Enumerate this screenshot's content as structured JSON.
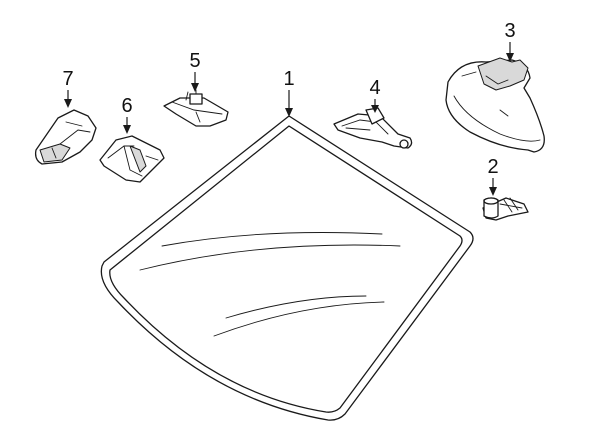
{
  "callouts": {
    "c1": "1",
    "c2": "2",
    "c3": "3",
    "c4": "4",
    "c5": "5",
    "c6": "6",
    "c7": "7"
  },
  "colors": {
    "line": "#1a1a1a",
    "background": "#ffffff",
    "shade": "#d9d9d9"
  }
}
